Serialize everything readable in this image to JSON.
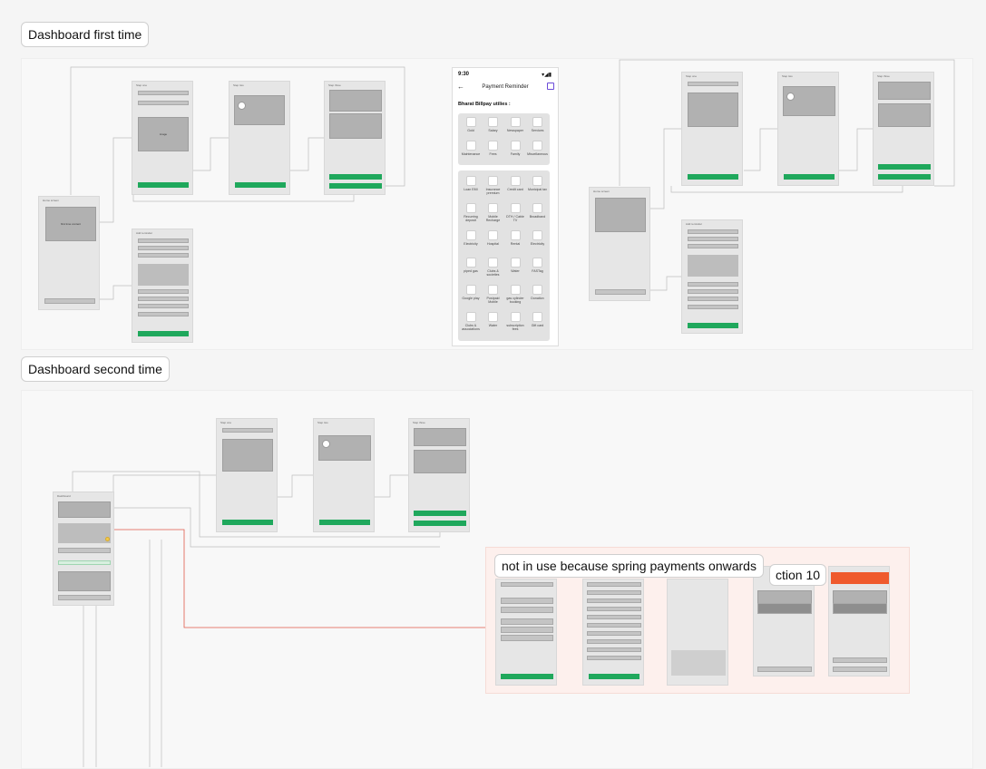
{
  "sections": {
    "first": {
      "label": "Dashboard first time"
    },
    "second": {
      "label": "Dashboard second time"
    }
  },
  "phone": {
    "time": "9:30",
    "status_icons": "▾◢▮",
    "back_icon": "←",
    "title": "Payment Reminder",
    "subtitle": "Bharat Billpay utilies :",
    "group1": [
      "Gold",
      "Salary",
      "Newspaper",
      "Services",
      "Maintenance",
      "Fees",
      "Family",
      "Miscellaneous"
    ],
    "group2": [
      "Loan EMI",
      "Insurance premium",
      "Credit card",
      "Municipal tax",
      "Recurring deposit",
      "Mobile Recharge",
      "DTH / Cable TV",
      "Broadband",
      "Electricity",
      "Hospital",
      "Rental",
      "Electricity",
      "piped gas",
      "Clubs & societies",
      "Water",
      "FASTag",
      "Google play",
      "Postpaid Mobile",
      "gas cylinder booking",
      "Donation",
      "Clubs & associations",
      "Water",
      "subscription fees",
      "Gift card"
    ]
  },
  "overlays": {
    "not_in_use": "not in use because spring payments onwards",
    "section10": "ction 10"
  },
  "colors": {
    "green": "#1fa85c",
    "orange": "#ef5a2d",
    "link": "#e05a4a",
    "frame": "#e6e6e6"
  }
}
